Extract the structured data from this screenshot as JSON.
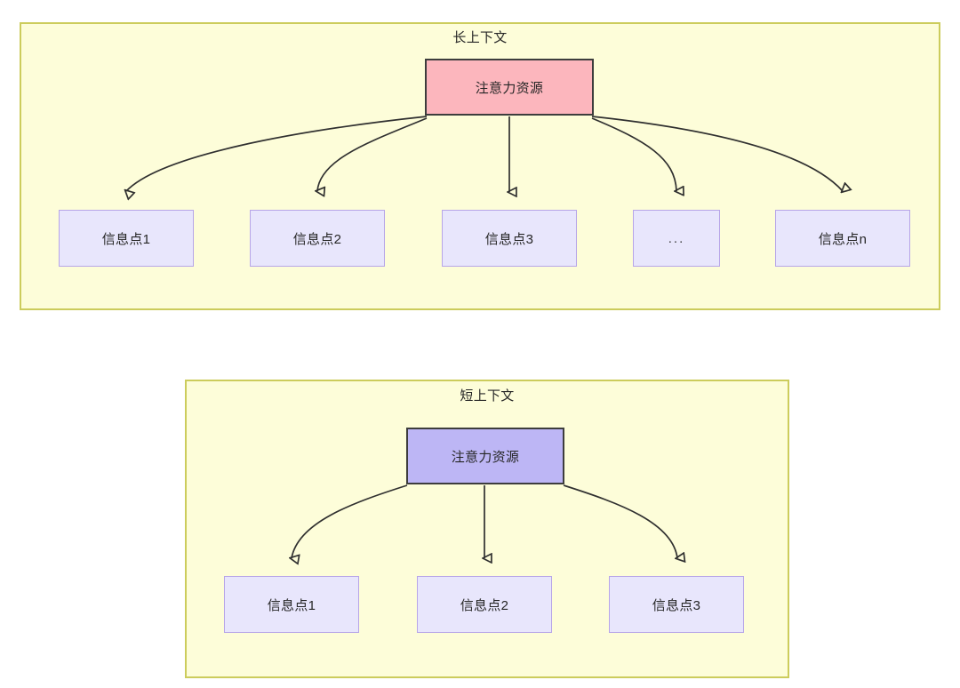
{
  "colors": {
    "panel_fill": "#fdfdd9",
    "panel_border": "#cccc5c",
    "root_long_fill": "#fcb6bd",
    "root_short_fill": "#bdb6f5",
    "leaf_fill": "#e8e6fc",
    "leaf_border": "#b7a5e8",
    "edge_stroke": "#2f2f2f",
    "text": "#262626"
  },
  "panels": [
    {
      "id": "long-context",
      "title": "长上下文",
      "root": {
        "label": "注意力资源"
      },
      "leaves": [
        {
          "label": "信息点1"
        },
        {
          "label": "信息点2"
        },
        {
          "label": "信息点3"
        },
        {
          "label": "..."
        },
        {
          "label": "信息点n"
        }
      ]
    },
    {
      "id": "short-context",
      "title": "短上下文",
      "root": {
        "label": "注意力资源"
      },
      "leaves": [
        {
          "label": "信息点1"
        },
        {
          "label": "信息点2"
        },
        {
          "label": "信息点3"
        }
      ]
    }
  ]
}
